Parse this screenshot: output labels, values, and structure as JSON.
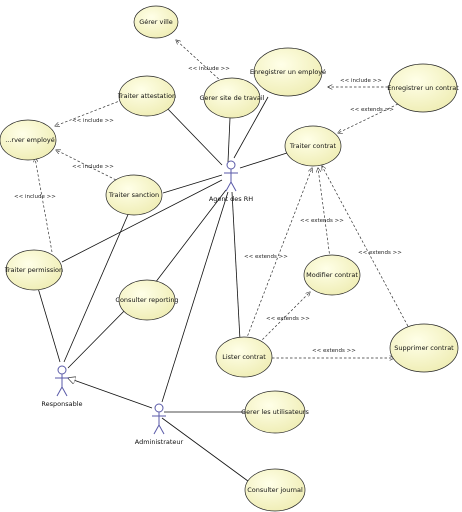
{
  "diagram": {
    "actors": [
      {
        "id": "agent",
        "label": "Agent des RH"
      },
      {
        "id": "responsable",
        "label": "Responsable"
      },
      {
        "id": "admin",
        "label": "Administrateur"
      }
    ],
    "use_cases": [
      {
        "id": "gerer-ville",
        "label": "Gérer ville"
      },
      {
        "id": "gerer-site",
        "label": "Gerer site de travail"
      },
      {
        "id": "enreg-employe",
        "label": "Enregistrer un employé"
      },
      {
        "id": "enreg-contrat",
        "label": "Enregistrer un contrat"
      },
      {
        "id": "traiter-attestation",
        "label": "Traiter attestation"
      },
      {
        "id": "traiter-contrat",
        "label": "Traiter contrat"
      },
      {
        "id": "trouver-employe",
        "label": "...rver employé"
      },
      {
        "id": "traiter-sanction",
        "label": "Traiter sanction"
      },
      {
        "id": "traiter-permission",
        "label": "Traiter permission"
      },
      {
        "id": "consulter-reporting",
        "label": "Consulter reporting"
      },
      {
        "id": "modifier-contrat",
        "label": "Modifier contrat"
      },
      {
        "id": "lister-contrat",
        "label": "Lister contrat"
      },
      {
        "id": "supprimer-contrat",
        "label": "Supprimer contrat"
      },
      {
        "id": "gerer-utilisateurs",
        "label": "Gerer les utilisateurs"
      },
      {
        "id": "consulter-journal",
        "label": "Consulter journal"
      }
    ],
    "relations": [
      {
        "id": "r1",
        "from": "gerer-site",
        "to": "gerer-ville",
        "label": "<< include >>"
      },
      {
        "id": "r2",
        "from": "enreg-contrat",
        "to": "enreg-employe",
        "label": "<< include >>"
      },
      {
        "id": "r3",
        "from": "enreg-contrat",
        "to": "traiter-contrat",
        "label": "<< extends >>"
      },
      {
        "id": "r4",
        "from": "traiter-attestation",
        "to": "trouver-employe",
        "label": "<< include >>"
      },
      {
        "id": "r5",
        "from": "traiter-sanction",
        "to": "trouver-employe",
        "label": "<< include >>"
      },
      {
        "id": "r6",
        "from": "traiter-permission",
        "to": "trouver-employe",
        "label": "<< include >>"
      },
      {
        "id": "r7",
        "from": "lister-contrat",
        "to": "traiter-contrat",
        "label": "<< extends >>"
      },
      {
        "id": "r8",
        "from": "modifier-contrat",
        "to": "traiter-contrat",
        "label": "<< extends >>"
      },
      {
        "id": "r9",
        "from": "supprimer-contrat",
        "to": "traiter-contrat",
        "label": "<< extends >>"
      },
      {
        "id": "r10",
        "from": "lister-contrat",
        "to": "modifier-contrat",
        "label": "<< extends >>"
      },
      {
        "id": "r11",
        "from": "lister-contrat",
        "to": "supprimer-contrat",
        "label": "<< extends >>"
      }
    ]
  }
}
